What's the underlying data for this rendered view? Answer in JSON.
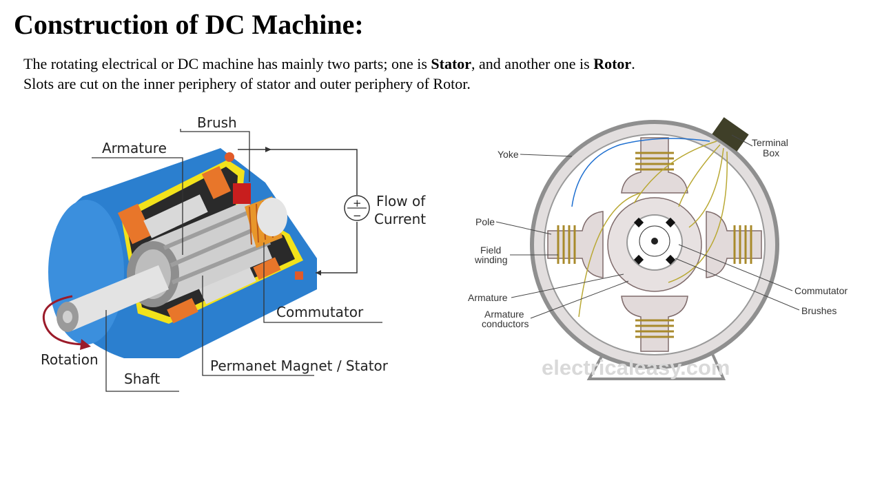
{
  "title": "Construction of DC Machine:",
  "paragraph": {
    "line1_a": "The rotating electrical or DC machine has mainly two parts; one is ",
    "line1_b": "Stator",
    "line1_c": ", and another one is ",
    "line1_d": "Rotor",
    "line1_e": ".",
    "line2": "Slots are cut on the inner periphery of stator and outer periphery of Rotor."
  },
  "left_diagram": {
    "labels": {
      "brush": "Brush",
      "armature": "Armature",
      "flow_line1": "Flow of",
      "flow_line2": "Current",
      "commutator": "Commutator",
      "rotation": "Rotation",
      "shaft": "Shaft",
      "stator": "Permanet Magnet / Stator"
    },
    "plus": "+",
    "minus": "−"
  },
  "right_diagram": {
    "labels": {
      "yoke": "Yoke",
      "terminal_line1": "Terminal",
      "terminal_line2": "Box",
      "pole": "Pole",
      "field_line1": "Field",
      "field_line2": "winding",
      "armature": "Armature",
      "arm_cond_line1": "Armature",
      "arm_cond_line2": "conductors",
      "commutator": "Commutator",
      "brushes": "Brushes"
    },
    "watermark": "electricaleasy.com"
  },
  "colors": {
    "stator_blue": "#2b7fcf",
    "yellow_trim": "#f2e21b",
    "copper": "#e8762a",
    "brush_red": "#c81e1e",
    "arrow_red": "#9b1b2a",
    "winding_gold": "#a88a2b",
    "yoke_gray": "#8f8f8f"
  }
}
